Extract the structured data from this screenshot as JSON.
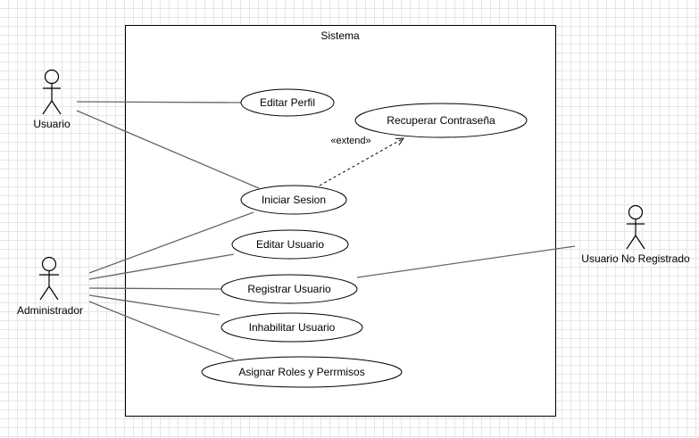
{
  "system": {
    "label": "Sistema"
  },
  "actors": {
    "usuario": "Usuario",
    "administrador": "Administrador",
    "no_registrado": "Usuario No Registrado"
  },
  "use_cases": {
    "editar_perfil": "Editar Perfil",
    "recuperar_contrasena": "Recuperar Contraseña",
    "iniciar_sesion": "Iniciar Sesion",
    "editar_usuario": "Editar Usuario",
    "registrar_usuario": "Registrar Usuario",
    "inhabilitar_usuario": "Inhabilitar Usuario",
    "asignar_roles": "Asignar Roles y Perrmisos"
  },
  "relations": {
    "extend": "«extend»"
  }
}
